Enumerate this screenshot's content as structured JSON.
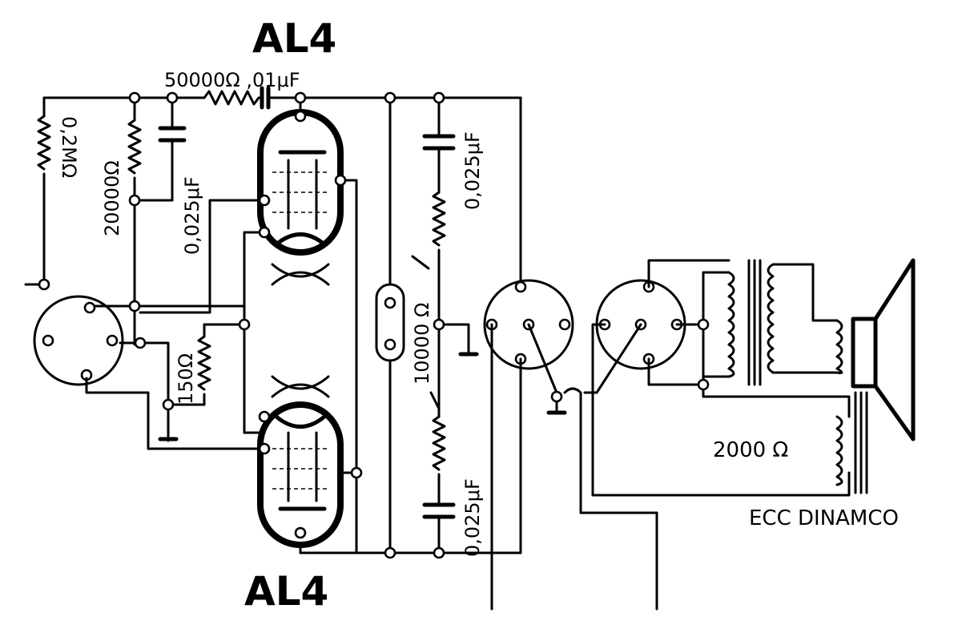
{
  "labels": {
    "tube_top": "AL4",
    "tube_bottom": "AL4",
    "top_series": "50000Ω ,01μF",
    "r_02m": "0,2MΩ",
    "r_20000": "20000Ω",
    "c_grid": "0,025μF",
    "r_150": "150Ω",
    "c_top_right": "0,025μF",
    "r_10000": "10000 Ω",
    "c_bottom_right": "0,025μF",
    "field_coil": "2000 Ω",
    "speaker": "ECC  DINAMCO"
  },
  "colors": {
    "ink": "#000000",
    "paper": "#ffffff"
  }
}
